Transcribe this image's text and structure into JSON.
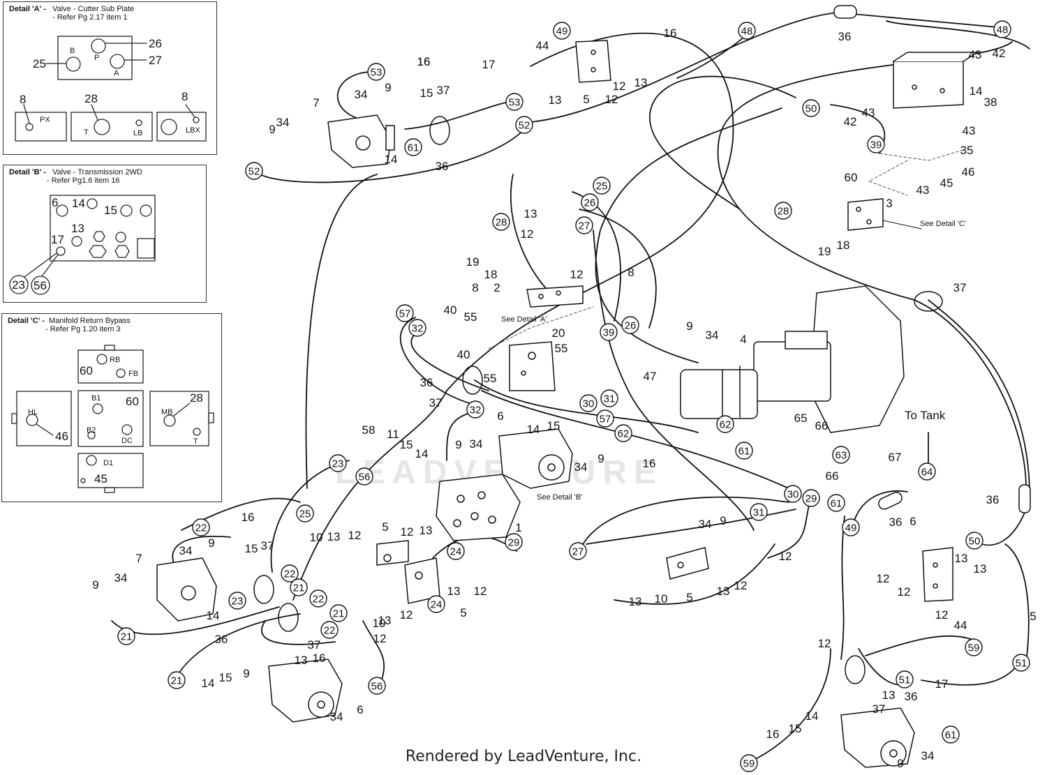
{
  "details": {
    "a": {
      "title_bold": "Detail 'A' -",
      "title_rest": "Valve - Cutter Sub Plate",
      "ref": "- Refer Pg 2.17 item 1",
      "labels": {
        "b": "B",
        "p": "P",
        "a": "A",
        "px": "PX",
        "t": "T",
        "lb": "LB",
        "lbx": "LBX"
      },
      "callouts": {
        "n25": "25",
        "n26": "26",
        "n27": "27",
        "n28": "28",
        "n8a": "8",
        "n8b": "8"
      }
    },
    "b": {
      "title_bold": "Detail 'B' -",
      "title_rest": "Valve - Transmission 2WD",
      "ref": "- Refer Pg1.6 item 16",
      "callouts": {
        "n6": "6",
        "n14": "14",
        "n15": "15",
        "n13": "13",
        "n17": "17",
        "n23": "23",
        "n56": "56"
      }
    },
    "c": {
      "title_bold": "Detail 'C' -",
      "title_rest": "Manifold Return Bypass",
      "ref": "- Refer Pg 1.20 item 3",
      "labels": {
        "rb": "RB",
        "fb": "FB",
        "hl": "HL",
        "b1": "B1",
        "b2": "B2",
        "dc": "DC",
        "mb": "MB",
        "t": "T",
        "d1": "D1"
      },
      "callouts": {
        "n60a": "60",
        "n60b": "60",
        "n46": "46",
        "n28": "28",
        "n45": "45"
      }
    }
  },
  "annotations": {
    "see_a": "See Detail 'A'",
    "see_b": "See Detail 'B'",
    "see_c": "See Detail 'C'",
    "to_tank": "To Tank"
  },
  "footer": "Rendered by LeadVenture, Inc.",
  "watermark": "LEADVENTURE",
  "circled_callouts": [
    {
      "n": "49"
    },
    {
      "n": "48"
    },
    {
      "n": "48"
    },
    {
      "n": "53"
    },
    {
      "n": "53"
    },
    {
      "n": "52"
    },
    {
      "n": "52"
    },
    {
      "n": "61"
    },
    {
      "n": "50"
    },
    {
      "n": "39"
    },
    {
      "n": "25"
    },
    {
      "n": "26"
    },
    {
      "n": "28"
    },
    {
      "n": "27"
    },
    {
      "n": "28"
    },
    {
      "n": "57"
    },
    {
      "n": "32"
    },
    {
      "n": "39"
    },
    {
      "n": "26"
    },
    {
      "n": "32"
    },
    {
      "n": "30"
    },
    {
      "n": "31"
    },
    {
      "n": "57"
    },
    {
      "n": "62"
    },
    {
      "n": "62"
    },
    {
      "n": "61"
    },
    {
      "n": "63"
    },
    {
      "n": "64"
    },
    {
      "n": "61"
    },
    {
      "n": "49"
    },
    {
      "n": "50"
    },
    {
      "n": "23"
    },
    {
      "n": "56"
    },
    {
      "n": "25"
    },
    {
      "n": "22"
    },
    {
      "n": "22"
    },
    {
      "n": "21"
    },
    {
      "n": "22"
    },
    {
      "n": "21"
    },
    {
      "n": "22"
    },
    {
      "n": "23"
    },
    {
      "n": "21"
    },
    {
      "n": "21"
    },
    {
      "n": "24"
    },
    {
      "n": "24"
    },
    {
      "n": "29"
    },
    {
      "n": "30"
    },
    {
      "n": "29"
    },
    {
      "n": "31"
    },
    {
      "n": "27"
    },
    {
      "n": "56"
    },
    {
      "n": "59"
    },
    {
      "n": "51"
    },
    {
      "n": "51"
    },
    {
      "n": "61"
    },
    {
      "n": "59"
    }
  ],
  "plain_callouts": [
    {
      "n": "16"
    },
    {
      "n": "44"
    },
    {
      "n": "17"
    },
    {
      "n": "12"
    },
    {
      "n": "13"
    },
    {
      "n": "5"
    },
    {
      "n": "12"
    },
    {
      "n": "13"
    },
    {
      "n": "16"
    },
    {
      "n": "36"
    },
    {
      "n": "43"
    },
    {
      "n": "42"
    },
    {
      "n": "14"
    },
    {
      "n": "38"
    },
    {
      "n": "43"
    },
    {
      "n": "42"
    },
    {
      "n": "43"
    },
    {
      "n": "35"
    },
    {
      "n": "46"
    },
    {
      "n": "45"
    },
    {
      "n": "43"
    },
    {
      "n": "60"
    },
    {
      "n": "3"
    },
    {
      "n": "19"
    },
    {
      "n": "18"
    },
    {
      "n": "16"
    },
    {
      "n": "34"
    },
    {
      "n": "9"
    },
    {
      "n": "15"
    },
    {
      "n": "37"
    },
    {
      "n": "7"
    },
    {
      "n": "9"
    },
    {
      "n": "34"
    },
    {
      "n": "14"
    },
    {
      "n": "36"
    },
    {
      "n": "13"
    },
    {
      "n": "12"
    },
    {
      "n": "12"
    },
    {
      "n": "19"
    },
    {
      "n": "18"
    },
    {
      "n": "2"
    },
    {
      "n": "8"
    },
    {
      "n": "8"
    },
    {
      "n": "40"
    },
    {
      "n": "55"
    },
    {
      "n": "20"
    },
    {
      "n": "55"
    },
    {
      "n": "40"
    },
    {
      "n": "55"
    },
    {
      "n": "36"
    },
    {
      "n": "37"
    },
    {
      "n": "9"
    },
    {
      "n": "34"
    },
    {
      "n": "47"
    },
    {
      "n": "4"
    },
    {
      "n": "37"
    },
    {
      "n": "65"
    },
    {
      "n": "66"
    },
    {
      "n": "66"
    },
    {
      "n": "67"
    },
    {
      "n": "58"
    },
    {
      "n": "11"
    },
    {
      "n": "15"
    },
    {
      "n": "14"
    },
    {
      "n": "9"
    },
    {
      "n": "34"
    },
    {
      "n": "6"
    },
    {
      "n": "14"
    },
    {
      "n": "15"
    },
    {
      "n": "9"
    },
    {
      "n": "34"
    },
    {
      "n": "16"
    },
    {
      "n": "1"
    },
    {
      "n": "36"
    },
    {
      "n": "36"
    },
    {
      "n": "16"
    },
    {
      "n": "34"
    },
    {
      "n": "9"
    },
    {
      "n": "15"
    },
    {
      "n": "37"
    },
    {
      "n": "7"
    },
    {
      "n": "9"
    },
    {
      "n": "34"
    },
    {
      "n": "14"
    },
    {
      "n": "36"
    },
    {
      "n": "37"
    },
    {
      "n": "10"
    },
    {
      "n": "13"
    },
    {
      "n": "12"
    },
    {
      "n": "5"
    },
    {
      "n": "12"
    },
    {
      "n": "13"
    },
    {
      "n": "13"
    },
    {
      "n": "12"
    },
    {
      "n": "10"
    },
    {
      "n": "13"
    },
    {
      "n": "12"
    },
    {
      "n": "5"
    },
    {
      "n": "12"
    },
    {
      "n": "13"
    },
    {
      "n": "16"
    },
    {
      "n": "14"
    },
    {
      "n": "15"
    },
    {
      "n": "9"
    },
    {
      "n": "34"
    },
    {
      "n": "6"
    },
    {
      "n": "34"
    },
    {
      "n": "9"
    },
    {
      "n": "12"
    },
    {
      "n": "13"
    },
    {
      "n": "10"
    },
    {
      "n": "13"
    },
    {
      "n": "12"
    },
    {
      "n": "5"
    },
    {
      "n": "12"
    },
    {
      "n": "13"
    },
    {
      "n": "13"
    },
    {
      "n": "12"
    },
    {
      "n": "12"
    },
    {
      "n": "44"
    },
    {
      "n": "5"
    },
    {
      "n": "12"
    },
    {
      "n": "13"
    },
    {
      "n": "17"
    },
    {
      "n": "36"
    },
    {
      "n": "37"
    },
    {
      "n": "16"
    },
    {
      "n": "15"
    },
    {
      "n": "14"
    },
    {
      "n": "9"
    },
    {
      "n": "34"
    },
    {
      "n": "6"
    },
    {
      "n": "34"
    },
    {
      "n": "9"
    },
    {
      "n": "36"
    }
  ]
}
